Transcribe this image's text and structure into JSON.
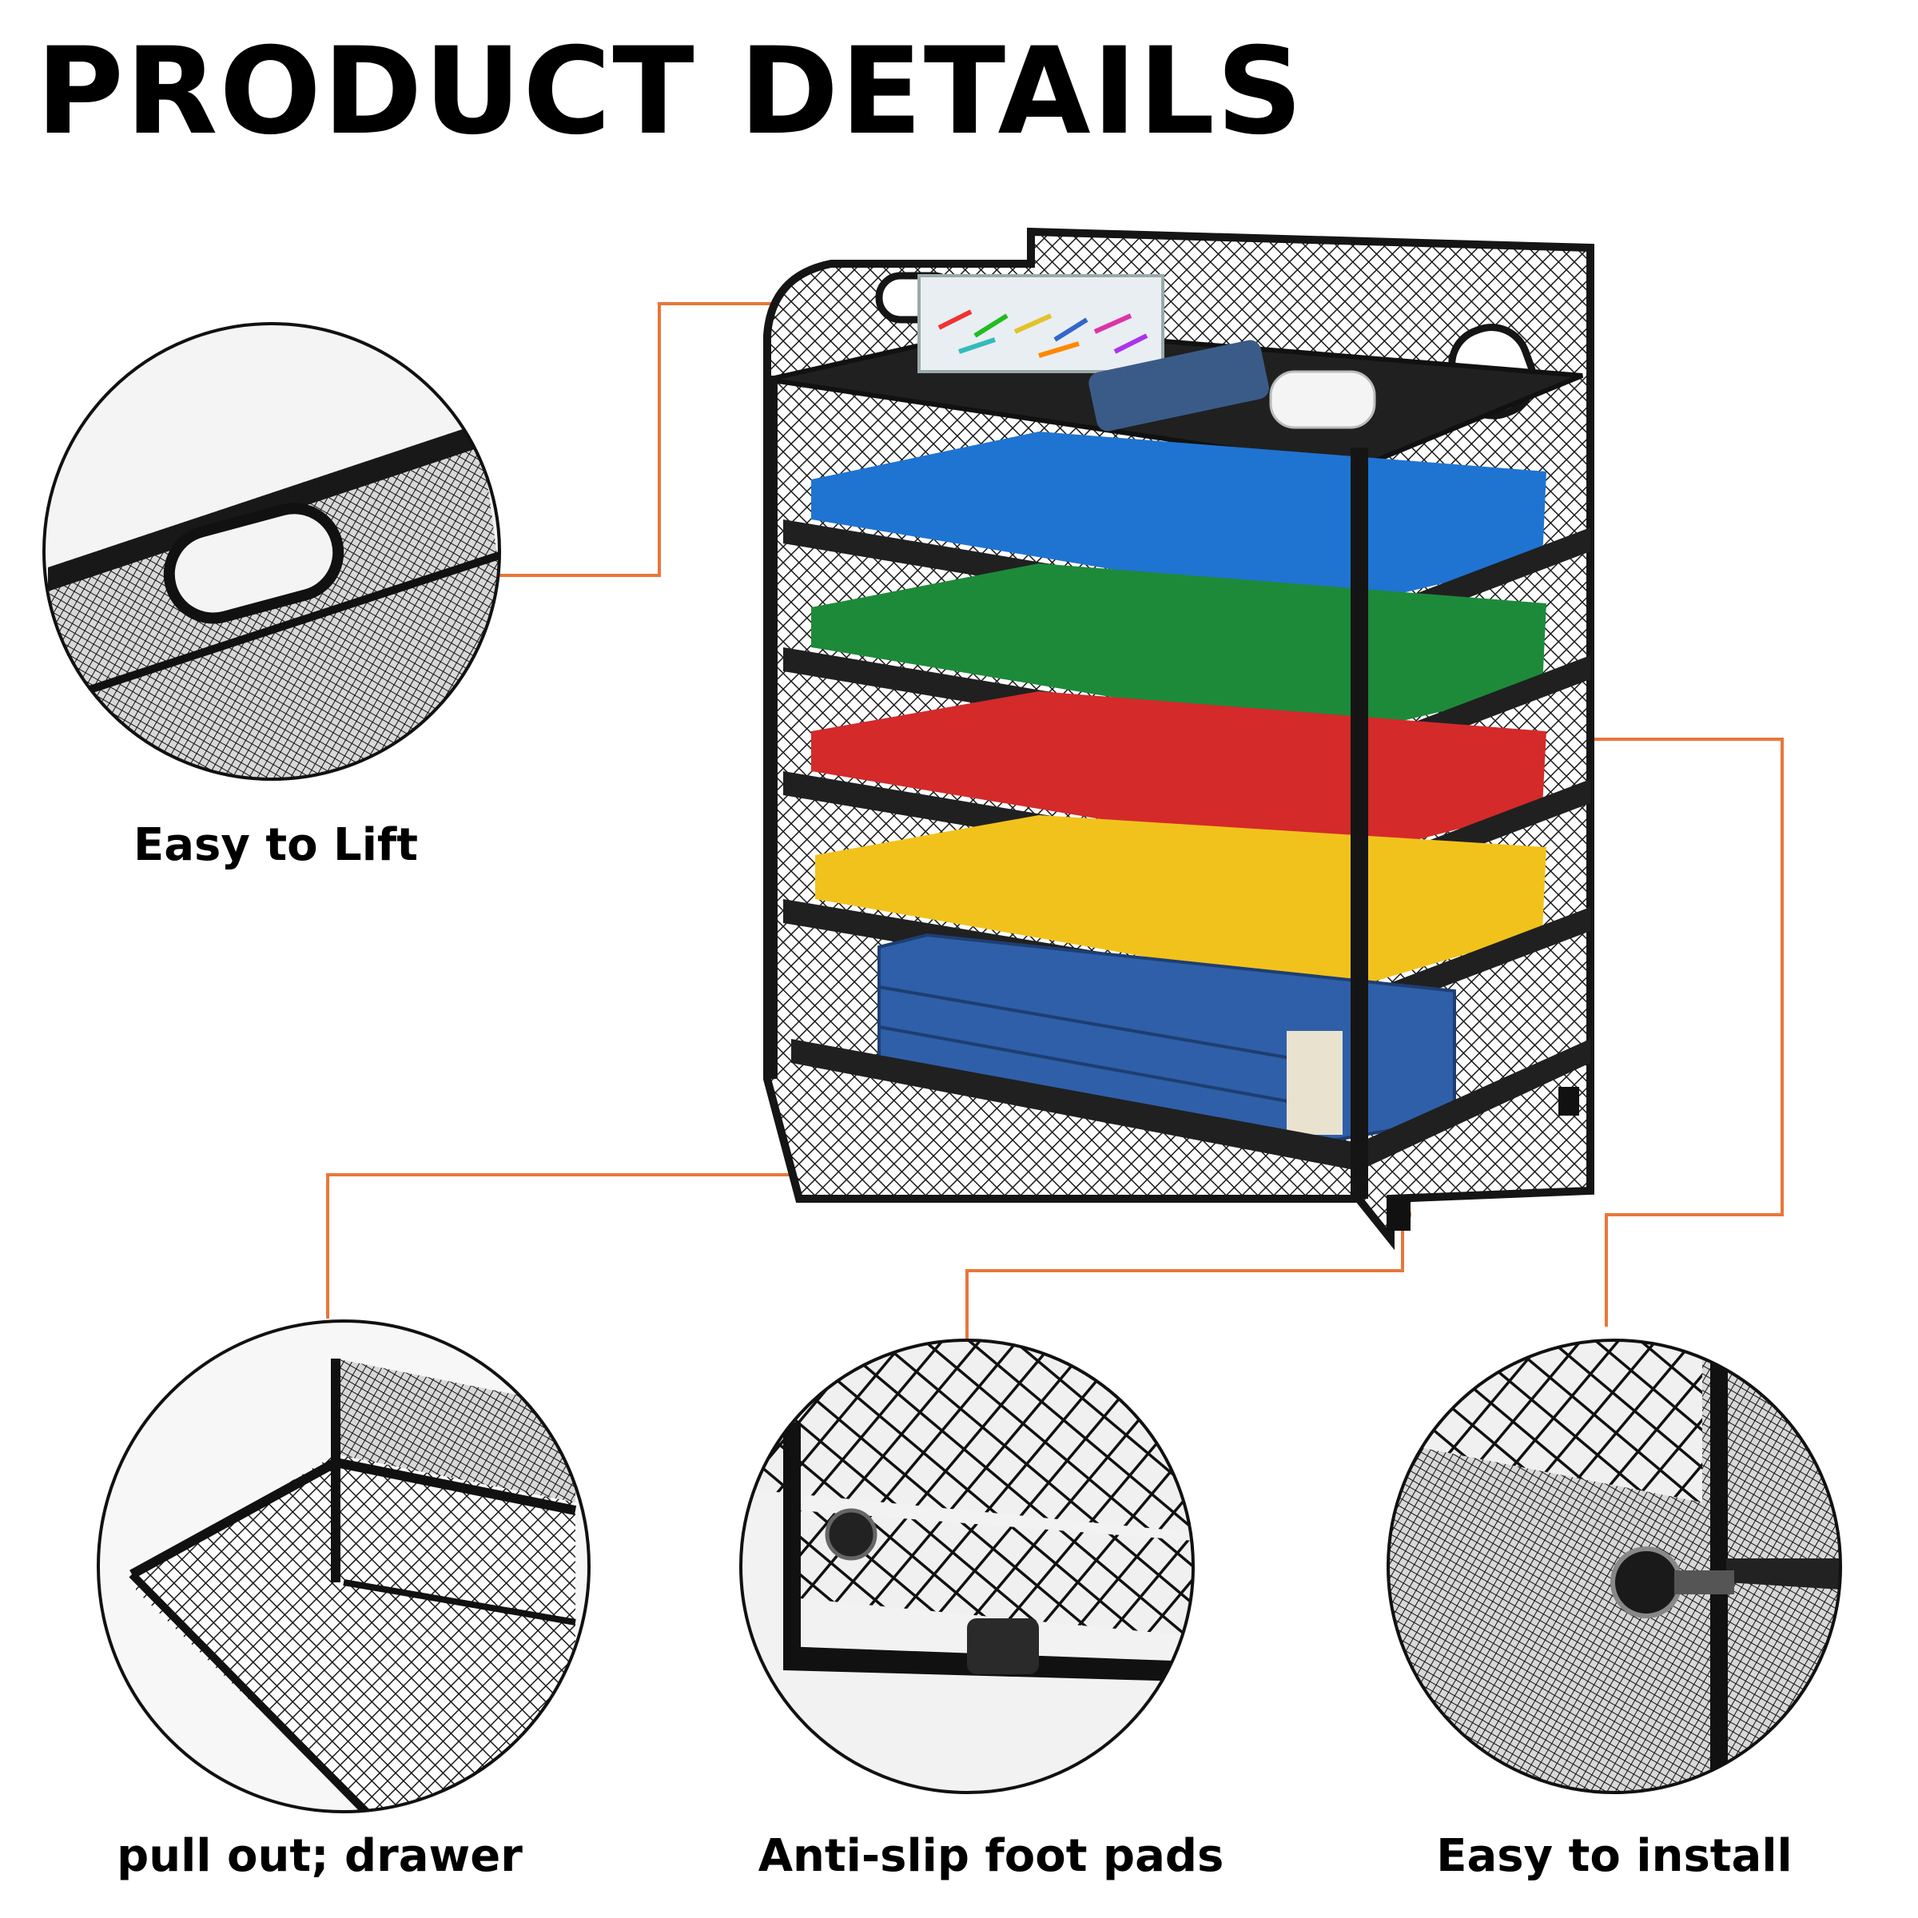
{
  "page": {
    "title": "PRODUCT DETAILS"
  },
  "features": {
    "lift": {
      "label": "Easy to Lift"
    },
    "drawer": {
      "label": "pull out; drawer"
    },
    "pads": {
      "label": "Anti-slip foot pads"
    },
    "install": {
      "label": "Easy to install"
    }
  },
  "colors": {
    "callout": "#e8773a",
    "frame": "#151515",
    "folder_blue": "#1f74d2",
    "folder_green": "#1d8a3a",
    "folder_red": "#d42a2a",
    "folder_yellow": "#f2c21c",
    "book_blue": "#2f5fa8"
  },
  "icons": {
    "product": "mesh-file-organizer-illustration",
    "detail_lift": "handle-closeup-icon",
    "detail_drawer": "drawer-closeup-icon",
    "detail_pads": "foot-pad-closeup-icon",
    "detail_install": "screw-closeup-icon"
  }
}
